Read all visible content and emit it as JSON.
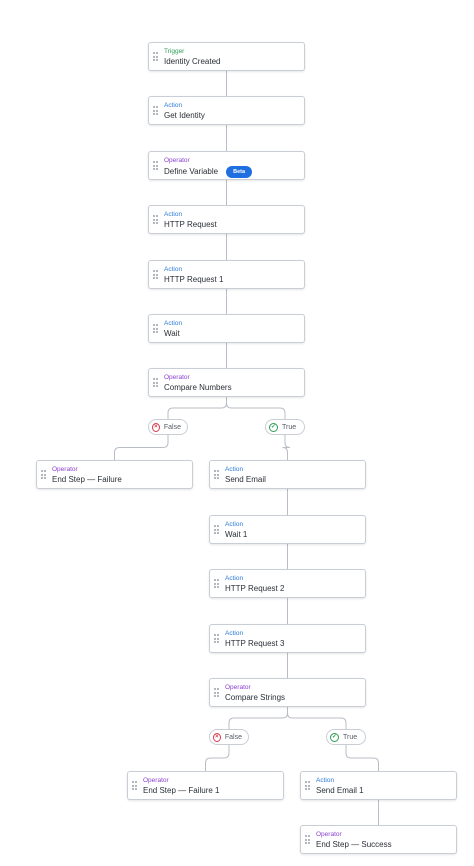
{
  "nodes": [
    {
      "id": "n1",
      "type": "Trigger",
      "label": "Identity Created"
    },
    {
      "id": "n2",
      "type": "Action",
      "label": "Get Identity"
    },
    {
      "id": "n3",
      "type": "Operator",
      "label": "Define Variable",
      "badge": "Beta"
    },
    {
      "id": "n4",
      "type": "Action",
      "label": "HTTP Request"
    },
    {
      "id": "n5",
      "type": "Action",
      "label": "HTTP Request 1"
    },
    {
      "id": "n6",
      "type": "Action",
      "label": "Wait"
    },
    {
      "id": "n7",
      "type": "Operator",
      "label": "Compare Numbers"
    },
    {
      "id": "n8",
      "type": "Operator",
      "label": "End Step — Failure"
    },
    {
      "id": "n9",
      "type": "Action",
      "label": "Send Email"
    },
    {
      "id": "n10",
      "type": "Action",
      "label": "Wait 1"
    },
    {
      "id": "n11",
      "type": "Action",
      "label": "HTTP Request 2"
    },
    {
      "id": "n12",
      "type": "Action",
      "label": "HTTP Request 3"
    },
    {
      "id": "n13",
      "type": "Operator",
      "label": "Compare Strings"
    },
    {
      "id": "n14",
      "type": "Operator",
      "label": "End Step — Failure 1"
    },
    {
      "id": "n15",
      "type": "Action",
      "label": "Send Email 1"
    },
    {
      "id": "n16",
      "type": "Operator",
      "label": "End Step — Success"
    }
  ],
  "branches": [
    {
      "id": "b1",
      "kind": "false",
      "label": "False"
    },
    {
      "id": "b2",
      "kind": "true",
      "label": "True"
    },
    {
      "id": "b3",
      "kind": "false",
      "label": "False"
    },
    {
      "id": "b4",
      "kind": "true",
      "label": "True"
    }
  ],
  "edges": [
    [
      "n1",
      "n2"
    ],
    [
      "n2",
      "n3"
    ],
    [
      "n3",
      "n4"
    ],
    [
      "n4",
      "n5"
    ],
    [
      "n5",
      "n6"
    ],
    [
      "n6",
      "n7"
    ],
    [
      "n7",
      "b1"
    ],
    [
      "n7",
      "b2"
    ],
    [
      "b1",
      "n8"
    ],
    [
      "b2",
      "n9"
    ],
    [
      "n9",
      "n10"
    ],
    [
      "n10",
      "n11"
    ],
    [
      "n11",
      "n12"
    ],
    [
      "n12",
      "n13"
    ],
    [
      "n13",
      "b3"
    ],
    [
      "n13",
      "b4"
    ],
    [
      "b3",
      "n14"
    ],
    [
      "b4",
      "n15"
    ],
    [
      "n15",
      "n16"
    ]
  ],
  "colors": {
    "trigger": "#2e9d53",
    "action": "#2d7ad6",
    "operator": "#8a3fd1",
    "false_icon": "#d93b4e",
    "true_icon": "#2e9d53",
    "beta_badge": "#1f6fe0",
    "connector": "#b9bec6"
  }
}
